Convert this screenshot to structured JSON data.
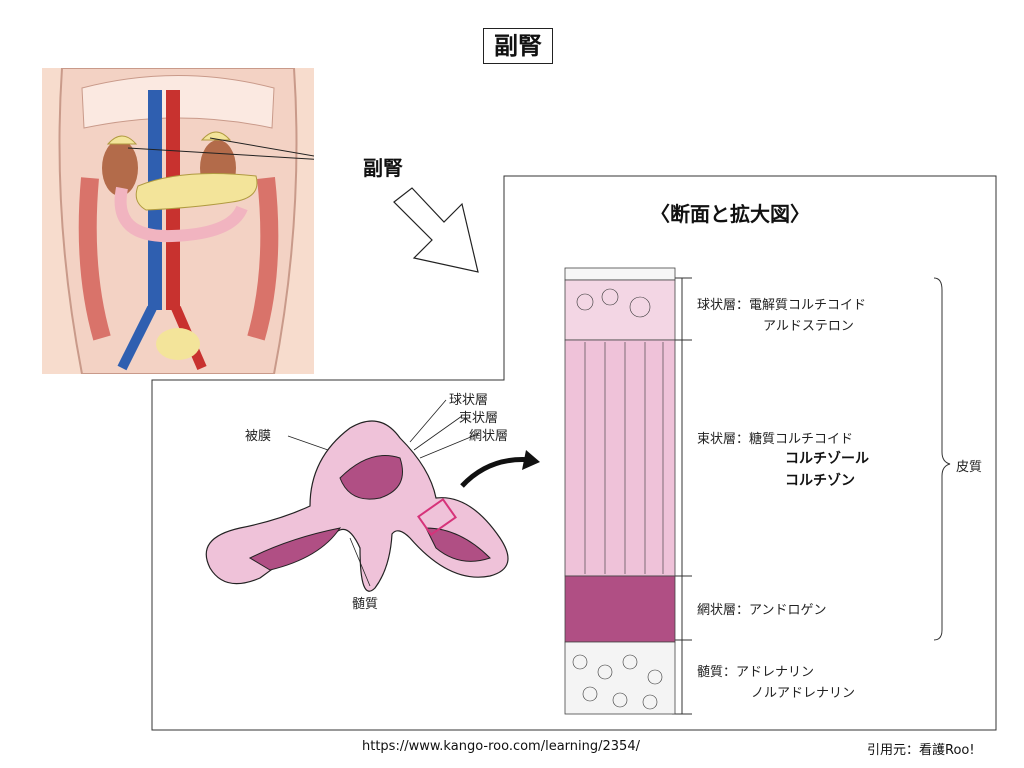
{
  "title": "副腎",
  "anatomy_label": "副腎",
  "section_title": "〈断面と拡大図〉",
  "gland_labels": {
    "capsule": "被膜",
    "glomerulosa": "球状層",
    "fasciculata": "束状層",
    "reticularis": "網状層",
    "medulla": "髄質"
  },
  "layers": {
    "glomerulosa": {
      "name": "球状層：",
      "line1": "電解質コルチコイド",
      "line2": "アルドステロン"
    },
    "fasciculata": {
      "name": "束状層：",
      "line1": "糖質コルチコイド",
      "line2": "コルチゾール",
      "line3": "コルチゾン"
    },
    "reticularis": {
      "name": "網状層：",
      "line1": "アンドロゲン"
    },
    "medulla": {
      "name": "髄質：",
      "line1": "アドレナリン",
      "line2": "ノルアドレナリン"
    }
  },
  "cortex_label": "皮質",
  "footer": {
    "url": "https://www.kango-roo.com/learning/2354/",
    "credit": "引用元：看護Roo!"
  },
  "colors": {
    "artery": "#c8322f",
    "vein": "#2f5fb0",
    "adrenal": "#f3e49a",
    "cortex_pink": "#efc2d9",
    "reticularis": "#b04f84"
  }
}
